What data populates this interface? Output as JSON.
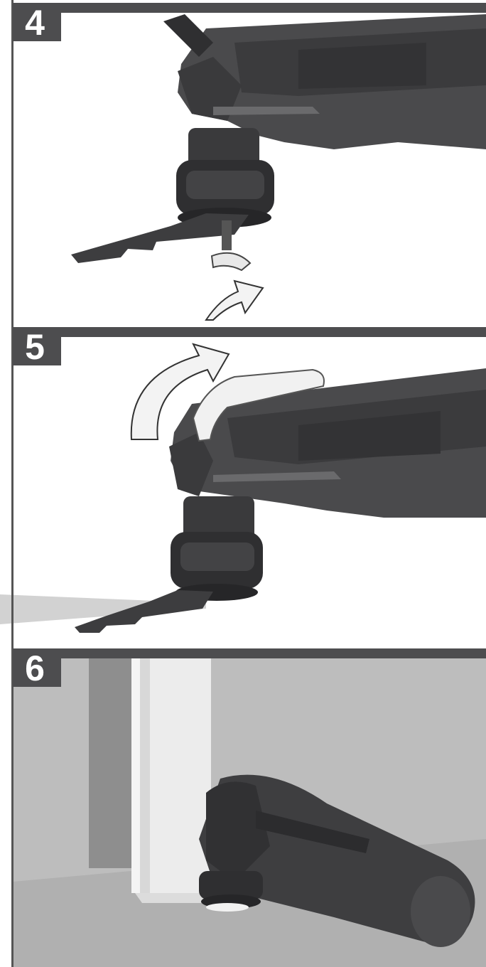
{
  "panels": [
    {
      "step": "4",
      "theme": "remove-blade-release-lever"
    },
    {
      "step": "5",
      "theme": "raise-blade-clamp-lever"
    },
    {
      "step": "6",
      "theme": "cut-door-casing-flush"
    }
  ],
  "colors": {
    "frame": "#4d4d4f",
    "tool_body": "#4a4a4c",
    "tool_dark": "#2f2f31",
    "blade": "#3d3d3f",
    "wall": "#bdbdbd",
    "door_frame": "#e6e6e6",
    "arrow_fill": "#f3f3f3"
  },
  "icons": [
    "curved-arrow-up-icon",
    "curved-arrow-rotate-icon"
  ]
}
